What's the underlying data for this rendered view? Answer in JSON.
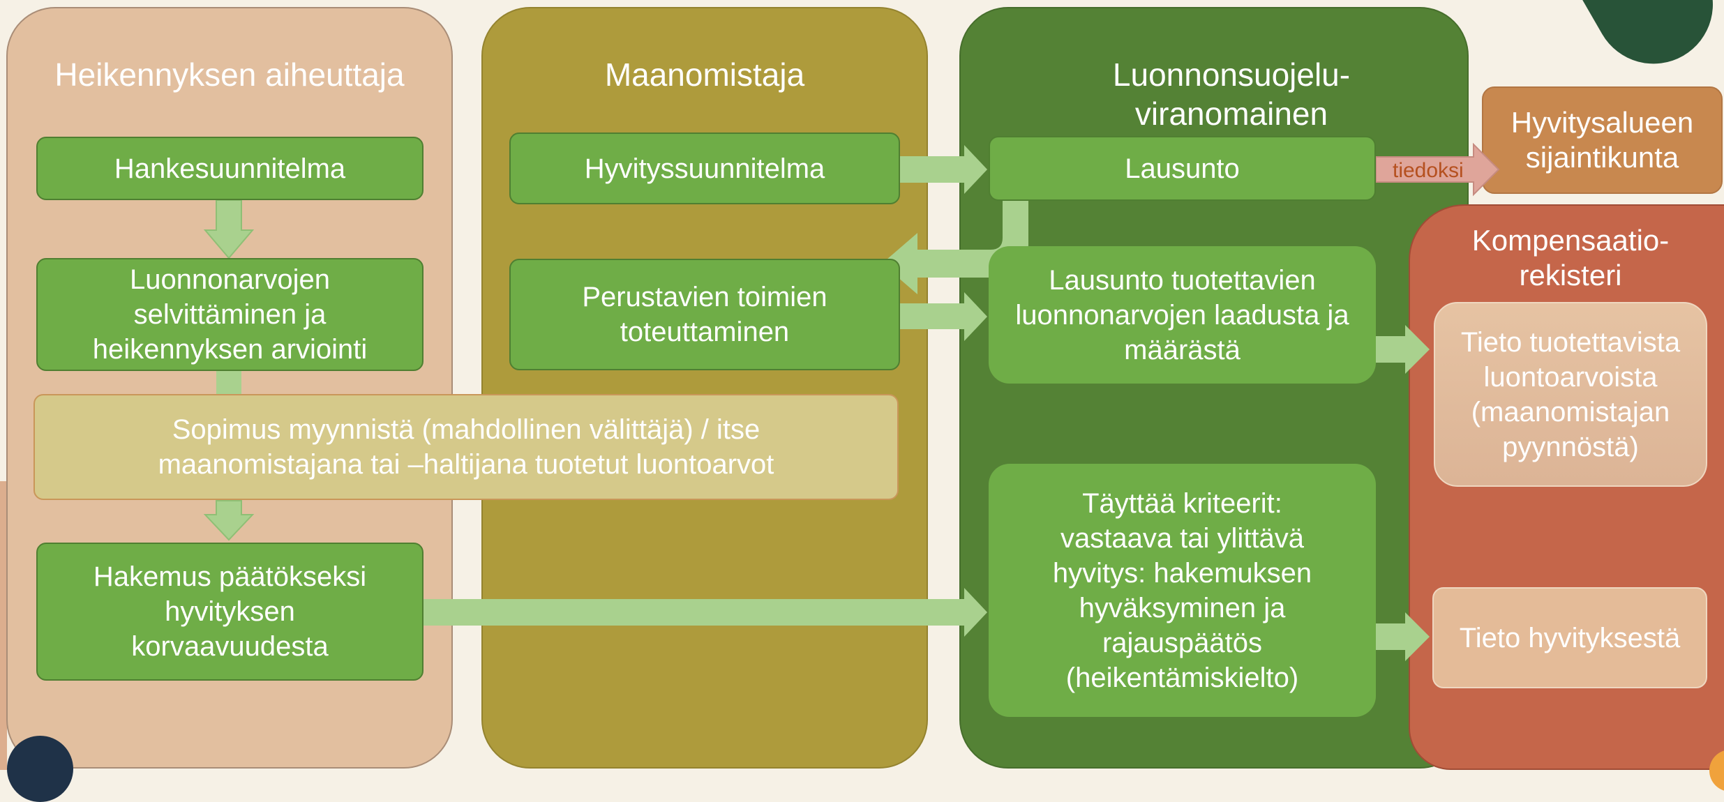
{
  "lanes": {
    "causer": "Heikennyksen aiheuttaja",
    "landowner": "Maanomistaja",
    "authority": "Luonnonsuojelu-\nviranomainen",
    "municipality": "Hyvitysalueen sijaintikunta",
    "register": "Kompensaatio-\nrekisteri"
  },
  "boxes": {
    "project_plan": "Hankesuunnitelma",
    "nature_values": "Luonnonarvojen selvittäminen ja heikennyksen arviointi",
    "application": "Hakemus päätökseksi hyvityksen korvaavuudesta",
    "compensation_plan": "Hyvityssuunnitelma",
    "basic_measures": "Perustavien toimien toteuttaminen",
    "agreement": "Sopimus myynnistä (mahdollinen välittäjä) / itse maanomistajana tai –haltijana tuotetut luontoarvot",
    "statement": "Lausunto",
    "statement_quality": "Lausunto tuotettavien luonnonarvojen laadusta ja määrästä",
    "criteria": "Täyttää kriteerit: vastaava tai ylittävä hyvitys: hakemuksen hyväksyminen ja rajauspäätös (heikentämiskielto)",
    "info_values": "Tieto tuotettavista luontoarvoista (maanomistajan pyynnöstä)",
    "info_compensation": "Tieto hyvityksestä"
  },
  "arrows": {
    "notice_label": "tiedoksi"
  },
  "colors": {
    "causer_lane": "#e2bf9f",
    "landowner_lane": "#ae9b3c",
    "authority_lane": "#548235",
    "register_lane": "#c5664a",
    "municipality_box": "#c8884f",
    "box_green": "#6fad47",
    "arrow": "#a9d18e"
  }
}
